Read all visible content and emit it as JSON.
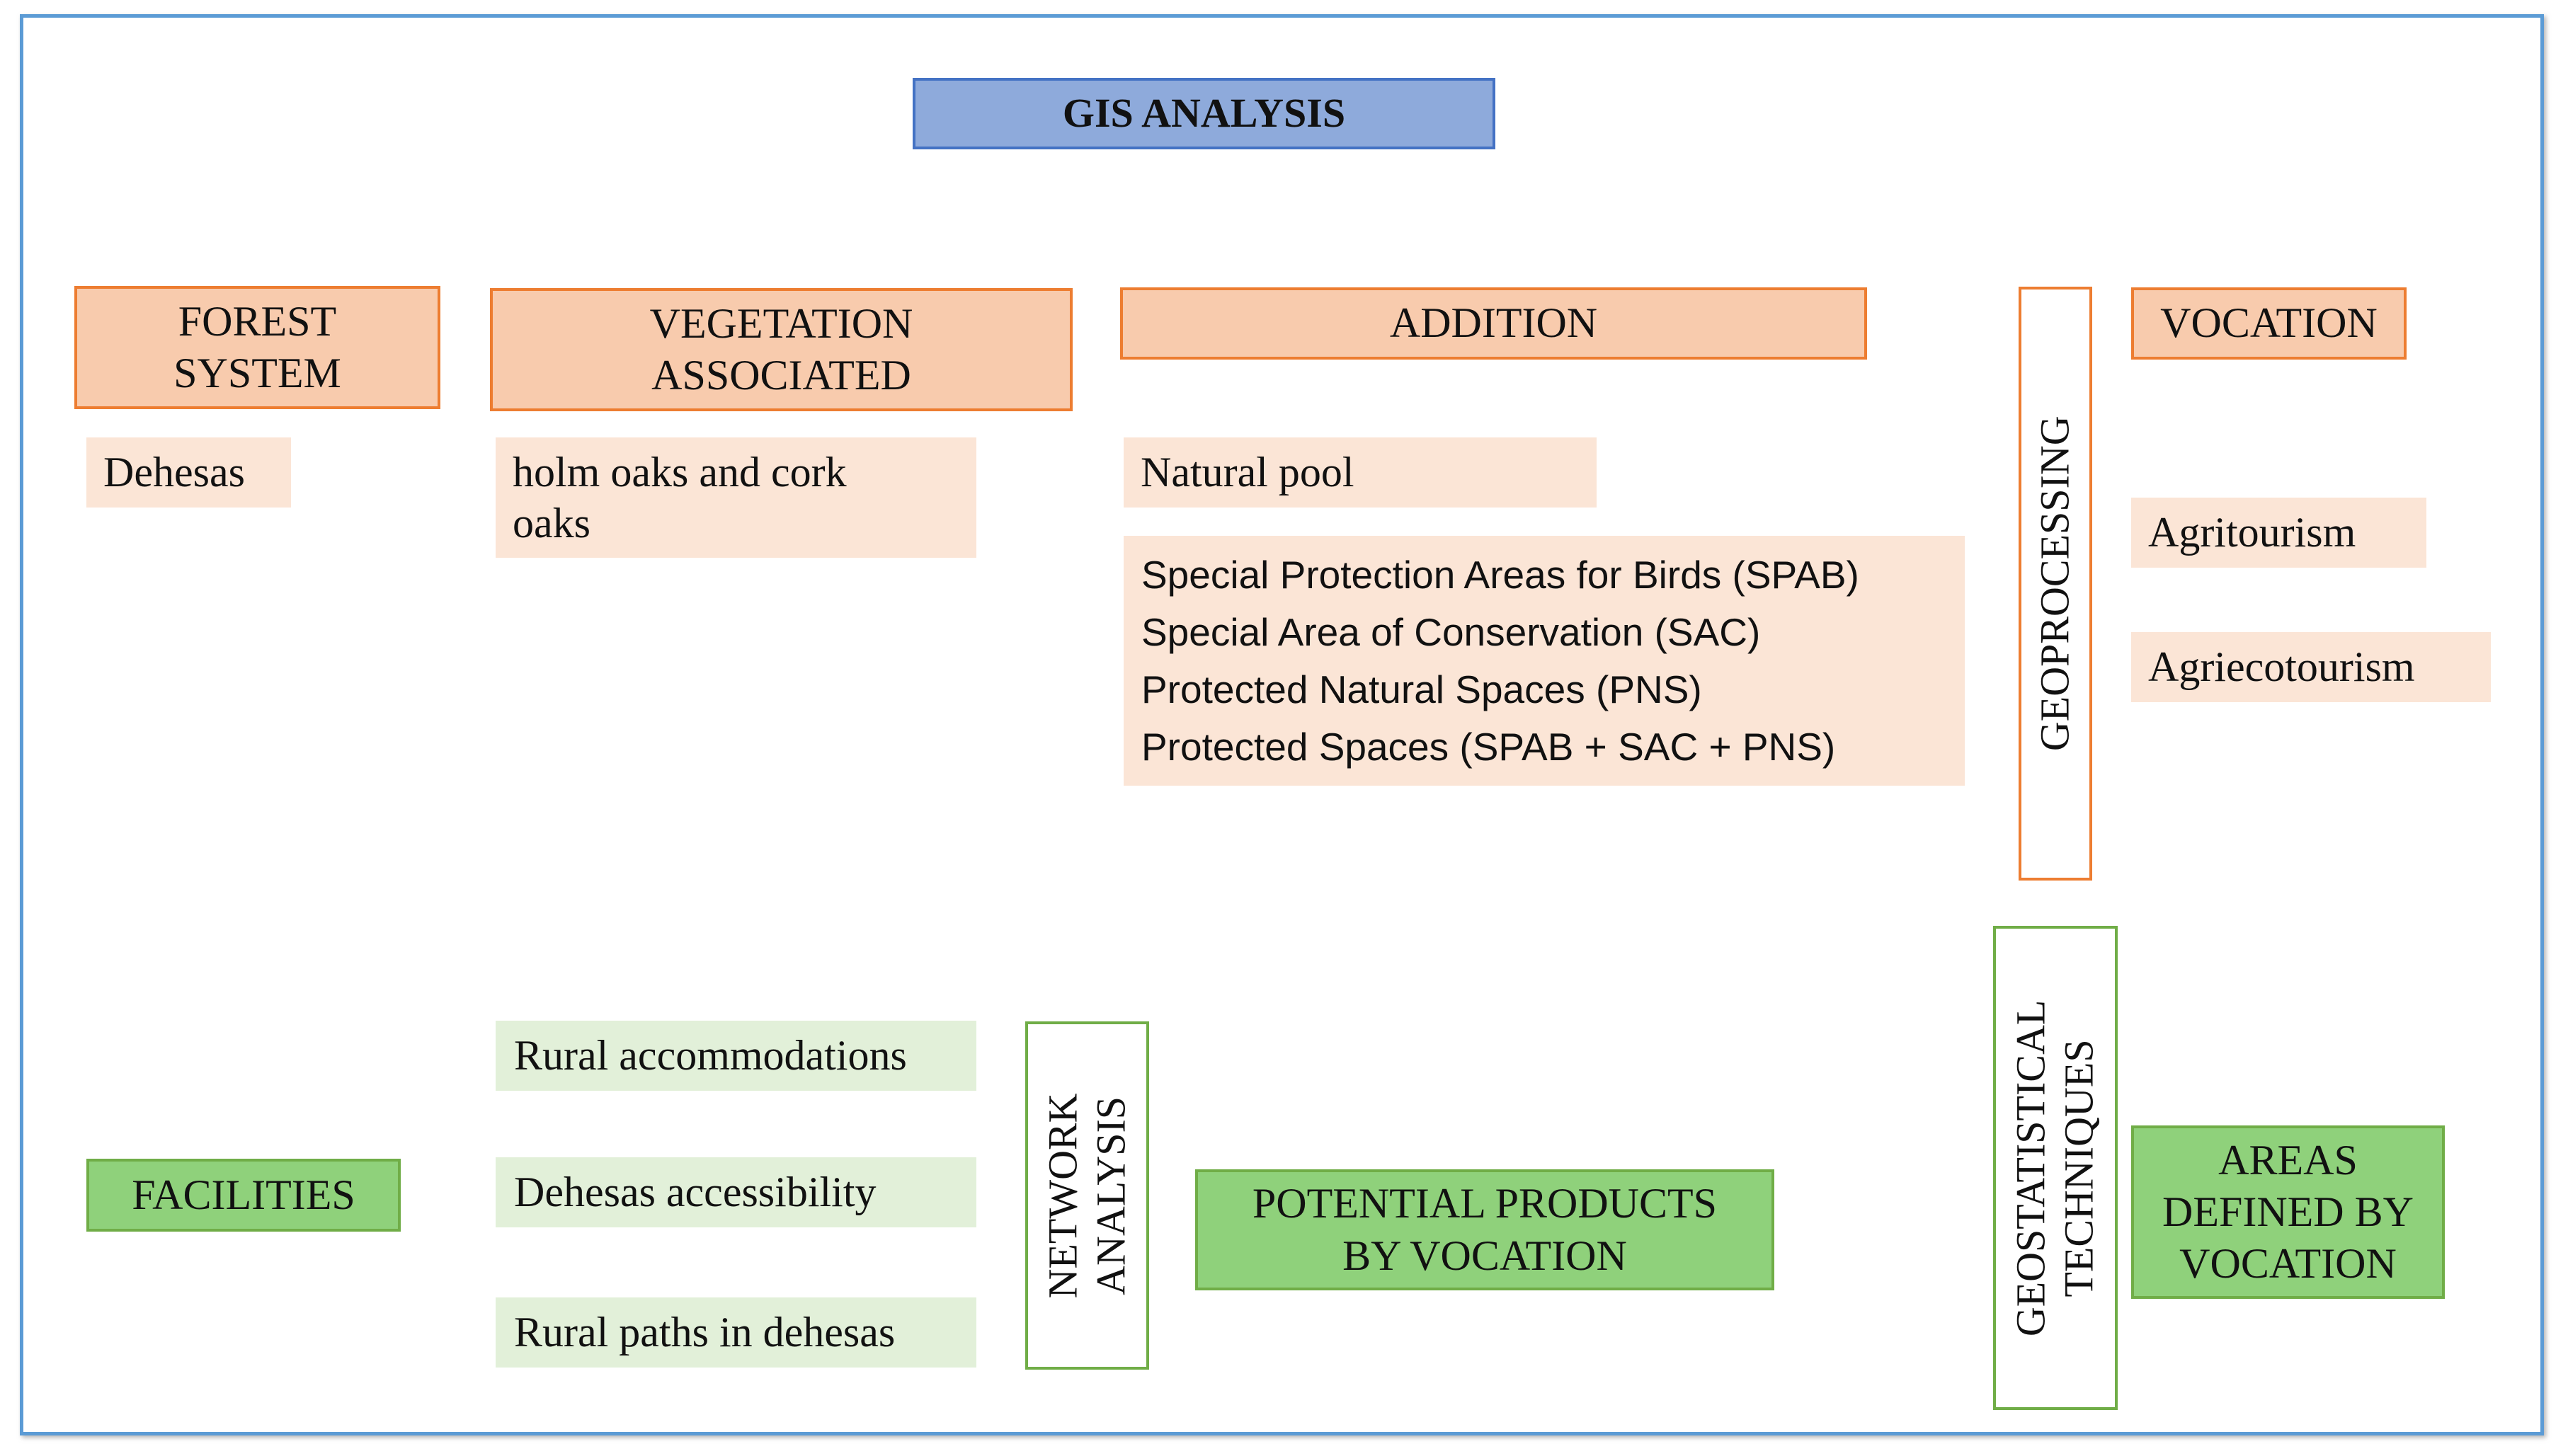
{
  "title": "GIS ANALYSIS",
  "columns": {
    "forest_system": {
      "heading": [
        "FOREST",
        "SYSTEM"
      ],
      "item": "Dehesas"
    },
    "vegetation": {
      "heading": [
        "VEGETATION",
        "ASSOCIATED"
      ],
      "item": [
        "holm oaks and cork",
        "oaks"
      ]
    },
    "addition": {
      "heading": "ADDITION",
      "item": "Natural pool",
      "protected_list": [
        "Special Protection Areas for Birds (SPAB)",
        "Special Area of Conservation (SAC)",
        "Protected Natural Spaces (PNS)",
        "Protected Spaces (SPAB + SAC + PNS)"
      ]
    },
    "geoprocessing": "GEOPROCESSING",
    "vocation": {
      "heading": "VOCATION",
      "items": [
        "Agritourism",
        "Agriecotourism"
      ]
    }
  },
  "bottom": {
    "facilities": "FACILITIES",
    "facility_items": [
      "Rural accommodations",
      "Dehesas accessibility",
      "Rural paths in dehesas"
    ],
    "network_analysis": [
      "NETWORK",
      "ANALYSIS"
    ],
    "potential_products": [
      "POTENTIAL PRODUCTS",
      "BY VOCATION"
    ],
    "geostatistical": [
      "GEOSTATISTICAL",
      "TECHNIQUES"
    ],
    "areas_defined": [
      "AREAS",
      "DEFINED BY",
      "VOCATION"
    ]
  },
  "colors": {
    "frame": "#5b9bd5",
    "title_fill": "#8eaadb",
    "orange_header": "#f8cbad",
    "orange_light": "#fbe5d6",
    "green_header": "#8fd17b",
    "green_light": "#e2f0d9"
  }
}
